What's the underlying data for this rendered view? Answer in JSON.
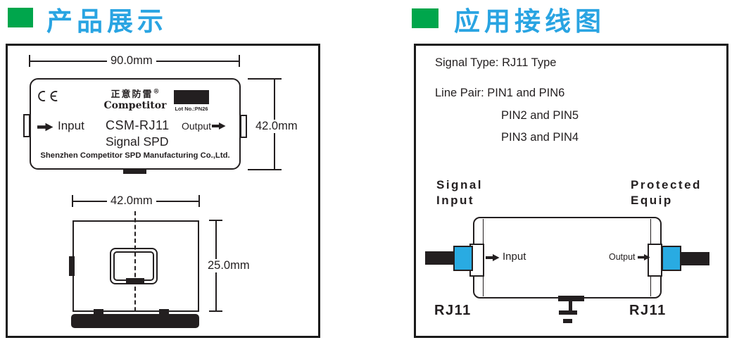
{
  "colors": {
    "green": "#00A64C",
    "blue": "#29A4E2",
    "cyan": "#29ABE2",
    "ink": "#231F20"
  },
  "product_panel": {
    "title": "产品展示",
    "top_view": {
      "width_dim": "90.0mm",
      "height_dim": "42.0mm",
      "ce_mark": "CE",
      "brand_cn": "正意防雷",
      "reg_mark": "®",
      "brand_en": "Competitor",
      "lot_no": "Lot No.:PN26",
      "input_label": "Input",
      "model": "CSM-RJ11",
      "output_label": "Output",
      "device_type": "Signal SPD",
      "company": "Shenzhen Competitor SPD Manufacturing Co.,Ltd."
    },
    "side_view": {
      "width_dim": "42.0mm",
      "height_dim": "25.0mm"
    }
  },
  "wiring_panel": {
    "title": "应用接线图",
    "signal_type": "Signal Type: RJ11 Type",
    "line_pair_1": "Line Pair: PIN1 and PIN6",
    "line_pair_2": "PIN2 and PIN5",
    "line_pair_3": "PIN3 and PIN4",
    "source_label_line1": "Signal",
    "source_label_line2": "Input",
    "equip_label_line1": "Protected",
    "equip_label_line2": "Equip",
    "device_input": "Input",
    "device_output": "Output",
    "left_connector": "RJ11",
    "right_connector": "RJ11"
  }
}
